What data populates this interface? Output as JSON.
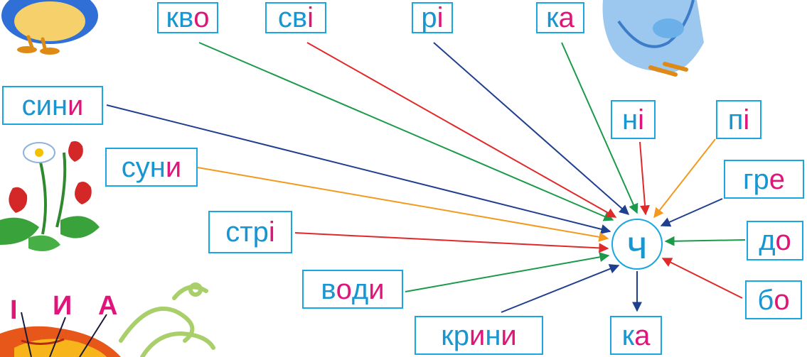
{
  "center_letter": "ч",
  "colors": {
    "box_border": "#1aa6de",
    "consonant_text": "#1796d2",
    "vowel_text": "#e0157a",
    "green": "#1a9a4a",
    "red": "#e02a2a",
    "blue": "#1f3f8f",
    "orange": "#f39a1e"
  },
  "words": [
    {
      "id": "kvo",
      "parts": [
        "кв",
        "о"
      ],
      "arrow": "green"
    },
    {
      "id": "svi",
      "parts": [
        "св",
        "і"
      ],
      "arrow": "red"
    },
    {
      "id": "ri",
      "parts": [
        "р",
        "і"
      ],
      "arrow": "blue"
    },
    {
      "id": "ka1",
      "parts": [
        "к",
        "а"
      ],
      "arrow": "green"
    },
    {
      "id": "syny",
      "parts": [
        "син",
        "и"
      ],
      "arrow": "blue"
    },
    {
      "id": "ni",
      "parts": [
        "н",
        "і"
      ],
      "arrow": "red"
    },
    {
      "id": "pi",
      "parts": [
        "п",
        "і"
      ],
      "arrow": "orange"
    },
    {
      "id": "suny",
      "parts": [
        "су",
        "н",
        "и"
      ],
      "arrow": "orange"
    },
    {
      "id": "hre",
      "parts": [
        "гр",
        "е"
      ],
      "arrow": "blue"
    },
    {
      "id": "stri",
      "parts": [
        "стр",
        "і"
      ],
      "arrow": "red"
    },
    {
      "id": "do",
      "parts": [
        "д",
        "о"
      ],
      "arrow": "green"
    },
    {
      "id": "vody",
      "parts": [
        "в",
        "о",
        "д",
        "и"
      ],
      "arrow": "green"
    },
    {
      "id": "bo",
      "parts": [
        "б",
        "о"
      ],
      "arrow": "red"
    },
    {
      "id": "kryny",
      "parts": [
        "кр",
        "и",
        "н",
        "и"
      ],
      "arrow": "blue"
    },
    {
      "id": "ka2",
      "parts": [
        "к",
        "а"
      ],
      "arrow": "blue"
    }
  ],
  "vowel_letters": [
    "І",
    "И",
    "А"
  ],
  "icons": [
    "bird-illustration",
    "bird-illustration",
    "strawberry-plant-illustration",
    "flower-illustration",
    "swirl-ornament"
  ]
}
